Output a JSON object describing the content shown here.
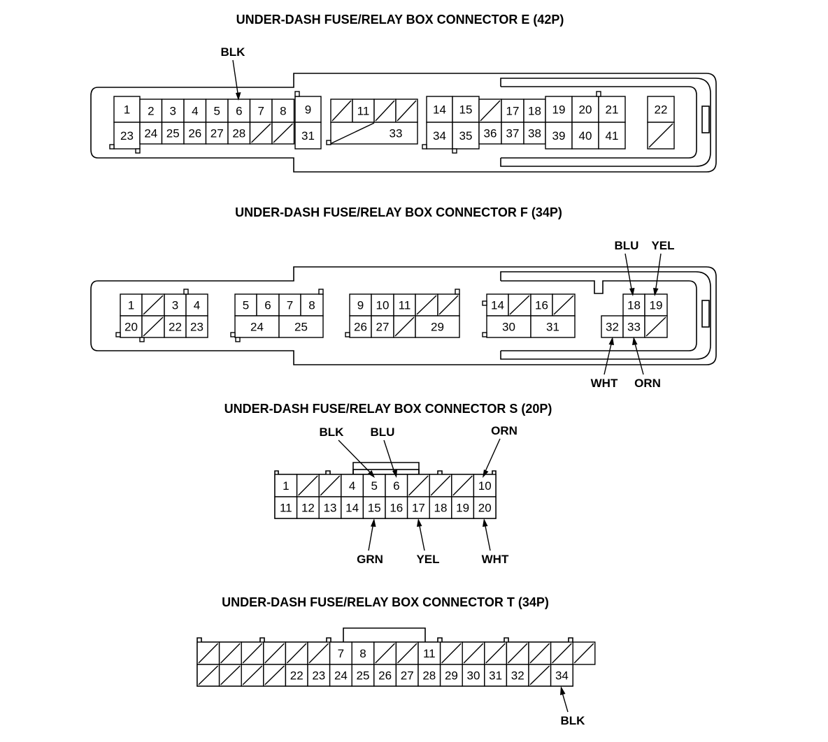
{
  "connectors": [
    {
      "id": "E",
      "title": "UNDER-DASH FUSE/RELAY BOX CONNECTOR E (42P)",
      "cells": [
        {
          "label": "1"
        },
        {
          "label": "23"
        },
        {
          "label": "2"
        },
        {
          "label": "3"
        },
        {
          "label": "4"
        },
        {
          "label": "5"
        },
        {
          "label": "6"
        },
        {
          "label": "7"
        },
        {
          "label": "8"
        },
        {
          "label": "24"
        },
        {
          "label": "25"
        },
        {
          "label": "26"
        },
        {
          "label": "27"
        },
        {
          "label": "28"
        },
        {
          "label": ""
        },
        {
          "label": ""
        },
        {
          "label": "9"
        },
        {
          "label": "31"
        },
        {
          "label": ""
        },
        {
          "label": "11"
        },
        {
          "label": ""
        },
        {
          "label": ""
        },
        {
          "label": "33"
        },
        {
          "label": "14"
        },
        {
          "label": "15"
        },
        {
          "label": "34"
        },
        {
          "label": "35"
        },
        {
          "label": ""
        },
        {
          "label": "17"
        },
        {
          "label": "18"
        },
        {
          "label": "36"
        },
        {
          "label": "37"
        },
        {
          "label": "38"
        },
        {
          "label": "19"
        },
        {
          "label": "20"
        },
        {
          "label": "21"
        },
        {
          "label": "39"
        },
        {
          "label": "40"
        },
        {
          "label": "41"
        },
        {
          "label": "22"
        },
        {
          "label": ""
        }
      ],
      "wires": [
        {
          "label": "BLK",
          "pin": "6"
        }
      ]
    },
    {
      "id": "F",
      "title": "UNDER-DASH FUSE/RELAY BOX CONNECTOR F (34P)",
      "cells": [
        {
          "label": "1"
        },
        {
          "label": ""
        },
        {
          "label": "3"
        },
        {
          "label": "4"
        },
        {
          "label": "20"
        },
        {
          "label": ""
        },
        {
          "label": "22"
        },
        {
          "label": "23"
        },
        {
          "label": "5"
        },
        {
          "label": "6"
        },
        {
          "label": "7"
        },
        {
          "label": "8"
        },
        {
          "label": "24"
        },
        {
          "label": "25"
        },
        {
          "label": "9"
        },
        {
          "label": "10"
        },
        {
          "label": "11"
        },
        {
          "label": ""
        },
        {
          "label": ""
        },
        {
          "label": "26"
        },
        {
          "label": "27"
        },
        {
          "label": ""
        },
        {
          "label": "29"
        },
        {
          "label": "14"
        },
        {
          "label": ""
        },
        {
          "label": "16"
        },
        {
          "label": ""
        },
        {
          "label": "30"
        },
        {
          "label": "31"
        },
        {
          "label": "18"
        },
        {
          "label": "19"
        },
        {
          "label": "32"
        },
        {
          "label": "33"
        },
        {
          "label": ""
        }
      ],
      "wires": [
        {
          "label": "BLU",
          "pin": "18"
        },
        {
          "label": "YEL",
          "pin": "19"
        },
        {
          "label": "WHT",
          "pin": "32"
        },
        {
          "label": "ORN",
          "pin": "33"
        }
      ]
    },
    {
      "id": "S",
      "title": "UNDER-DASH FUSE/RELAY BOX CONNECTOR S (20P)",
      "top_row": [
        "1",
        "",
        "",
        "4",
        "5",
        "6",
        "",
        "",
        "",
        "10"
      ],
      "bottom_row": [
        "11",
        "12",
        "13",
        "14",
        "15",
        "16",
        "17",
        "18",
        "19",
        "20"
      ],
      "wires": [
        {
          "label": "BLK",
          "pin": "5"
        },
        {
          "label": "BLU",
          "pin": "6"
        },
        {
          "label": "ORN",
          "pin": "10"
        },
        {
          "label": "GRN",
          "pin": "15"
        },
        {
          "label": "YEL",
          "pin": "17"
        },
        {
          "label": "WHT",
          "pin": "20"
        }
      ]
    },
    {
      "id": "T",
      "title": "UNDER-DASH FUSE/RELAY BOX CONNECTOR T (34P)",
      "top_row": [
        "",
        "",
        "",
        "",
        "",
        "",
        "7",
        "8",
        "",
        "",
        "11",
        "",
        "",
        "",
        "",
        "",
        "",
        ""
      ],
      "bottom_row": [
        "",
        "",
        "",
        "",
        "22",
        "23",
        "24",
        "25",
        "26",
        "27",
        "28",
        "29",
        "30",
        "31",
        "32",
        "",
        "34"
      ],
      "wires": [
        {
          "label": "BLK",
          "pin": "34"
        }
      ]
    }
  ]
}
